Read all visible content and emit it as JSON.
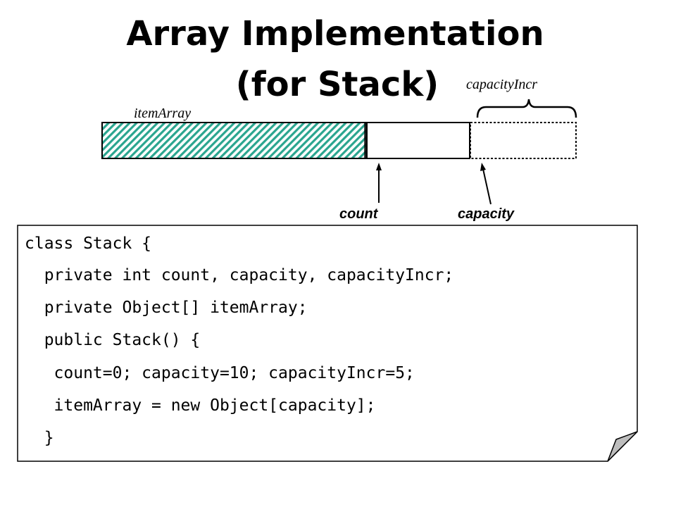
{
  "slide": {
    "title_line1": "Array Implementation",
    "title_line2": "(for Stack)"
  },
  "diagram": {
    "array_label": "itemArray",
    "increment_label": "capacityIncr",
    "count_label": "count",
    "capacity_label": "capacity",
    "fill_color": "#2aa58f",
    "filled_fraction": 0.5
  },
  "code": {
    "lines": [
      "class Stack {",
      "  private int count, capacity, capacityIncr;",
      "  private Object[] itemArray;",
      "  public Stack() {",
      "   count=0; capacity=10; capacityIncr=5;",
      "   itemArray = new Object[capacity];",
      "  }"
    ]
  }
}
